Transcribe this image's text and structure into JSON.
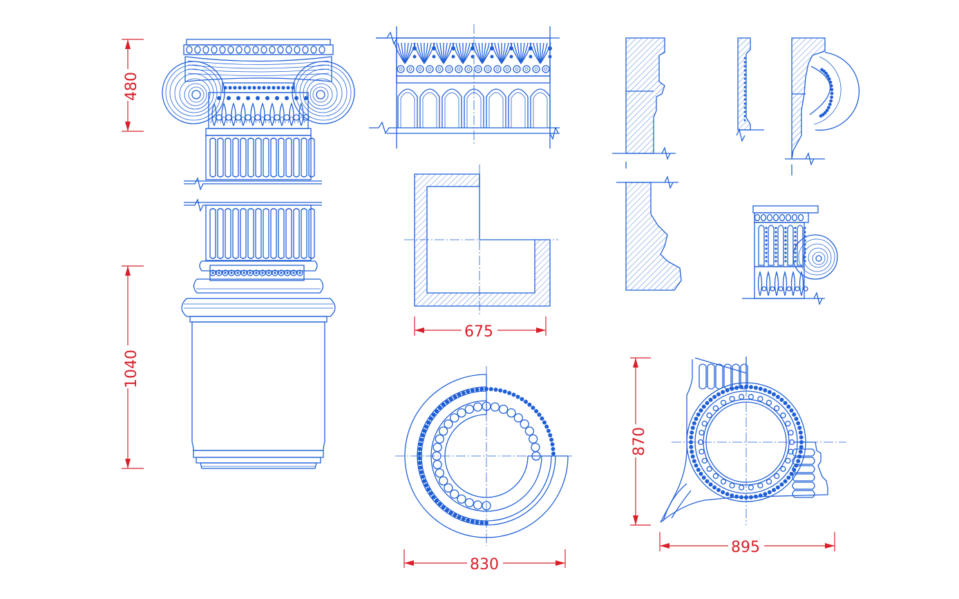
{
  "drawing": {
    "dimensions": {
      "capital_height": "480",
      "base_height": "1040",
      "plan_width": "675",
      "round_plan_width": "830",
      "corner_plan_width": "895",
      "corner_plan_height": "870"
    }
  },
  "colors": {
    "linework": "#1f5fd6",
    "dimension": "#d8202a",
    "background": "#ffffff"
  }
}
